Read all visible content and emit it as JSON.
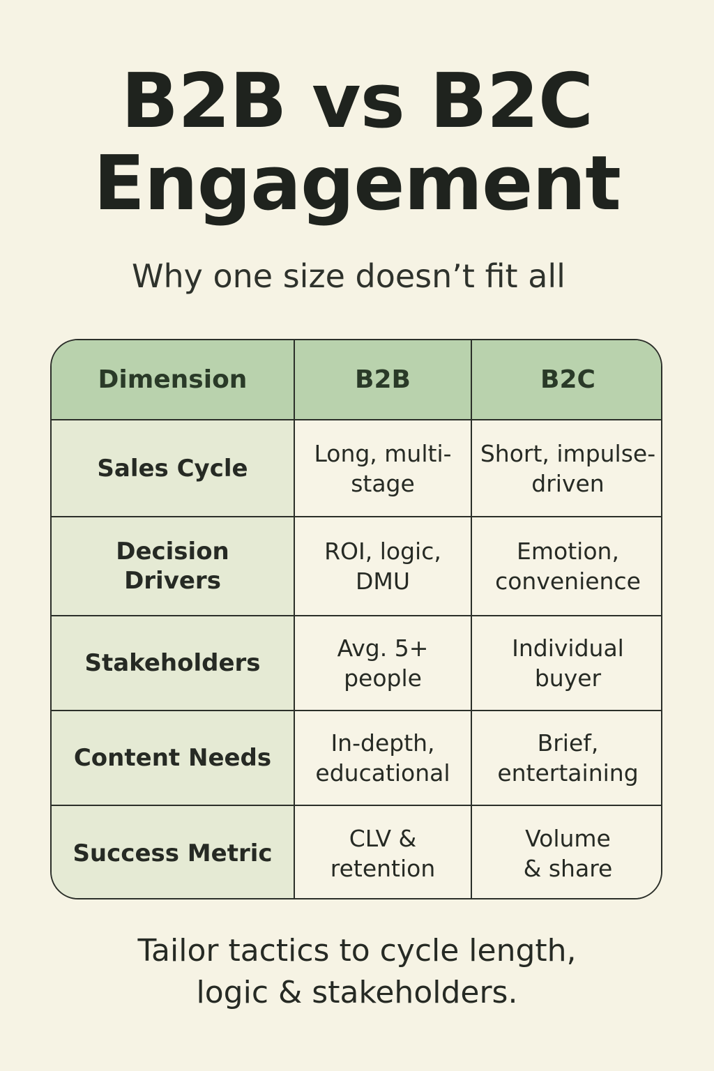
{
  "header": {
    "title_line_1": "B2B vs B2C",
    "title_line_2": "Engagement",
    "subtitle": "Why one size doesn’t fit all"
  },
  "table": {
    "columns": [
      "Dimension",
      "B2B",
      "B2C"
    ],
    "rows": [
      {
        "dimension": "Sales Cycle",
        "b2b": "Long, multi-stage",
        "b2c": "Short, impulse-driven"
      },
      {
        "dimension": "Decision Drivers",
        "b2b": "ROI, logic, DMU",
        "b2c": "Emotion, convenience"
      },
      {
        "dimension": "Stakeholders",
        "b2b": "Avg. 5+ people",
        "b2c": "Individual buyer"
      },
      {
        "dimension": "Content Needs",
        "b2b": "In-depth, educational",
        "b2c": "Brief, entertaining"
      },
      {
        "dimension": "Success Metric",
        "b2b": "CLV & retention",
        "b2c": "Volume & share"
      }
    ]
  },
  "footer": {
    "line_1": "Tailor tactics to cycle length,",
    "line_2": "logic & stakeholders."
  }
}
